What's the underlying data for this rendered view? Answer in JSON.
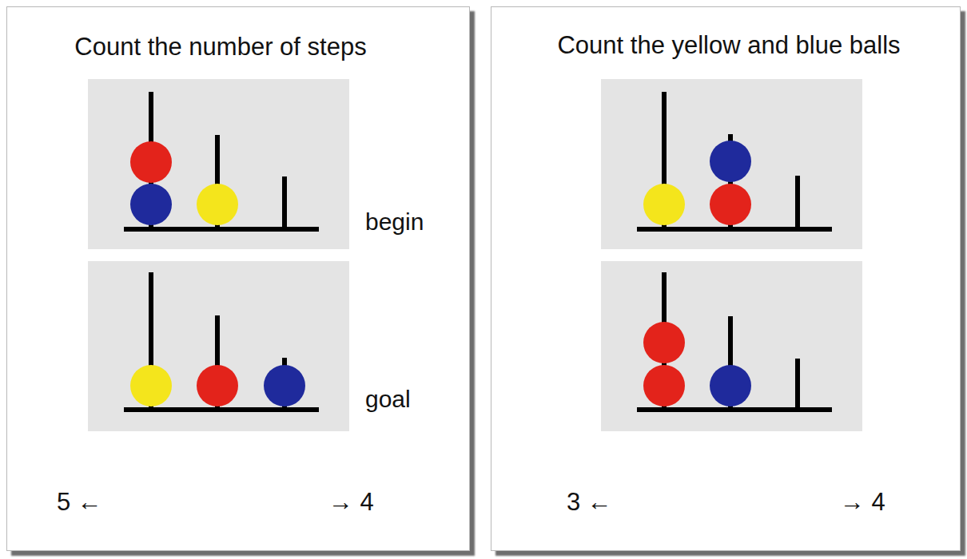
{
  "diagram": {
    "nodes": [
      {
        "text": [
          "Count the number of steps",
          "5 ←",
          "→ 4"
        ]
      },
      {
        "text": [
          "Count the yellow and blue balls",
          "3 ←",
          "→ 4"
        ]
      }
    ],
    "labels": [
      "begin",
      "goal"
    ]
  }
}
